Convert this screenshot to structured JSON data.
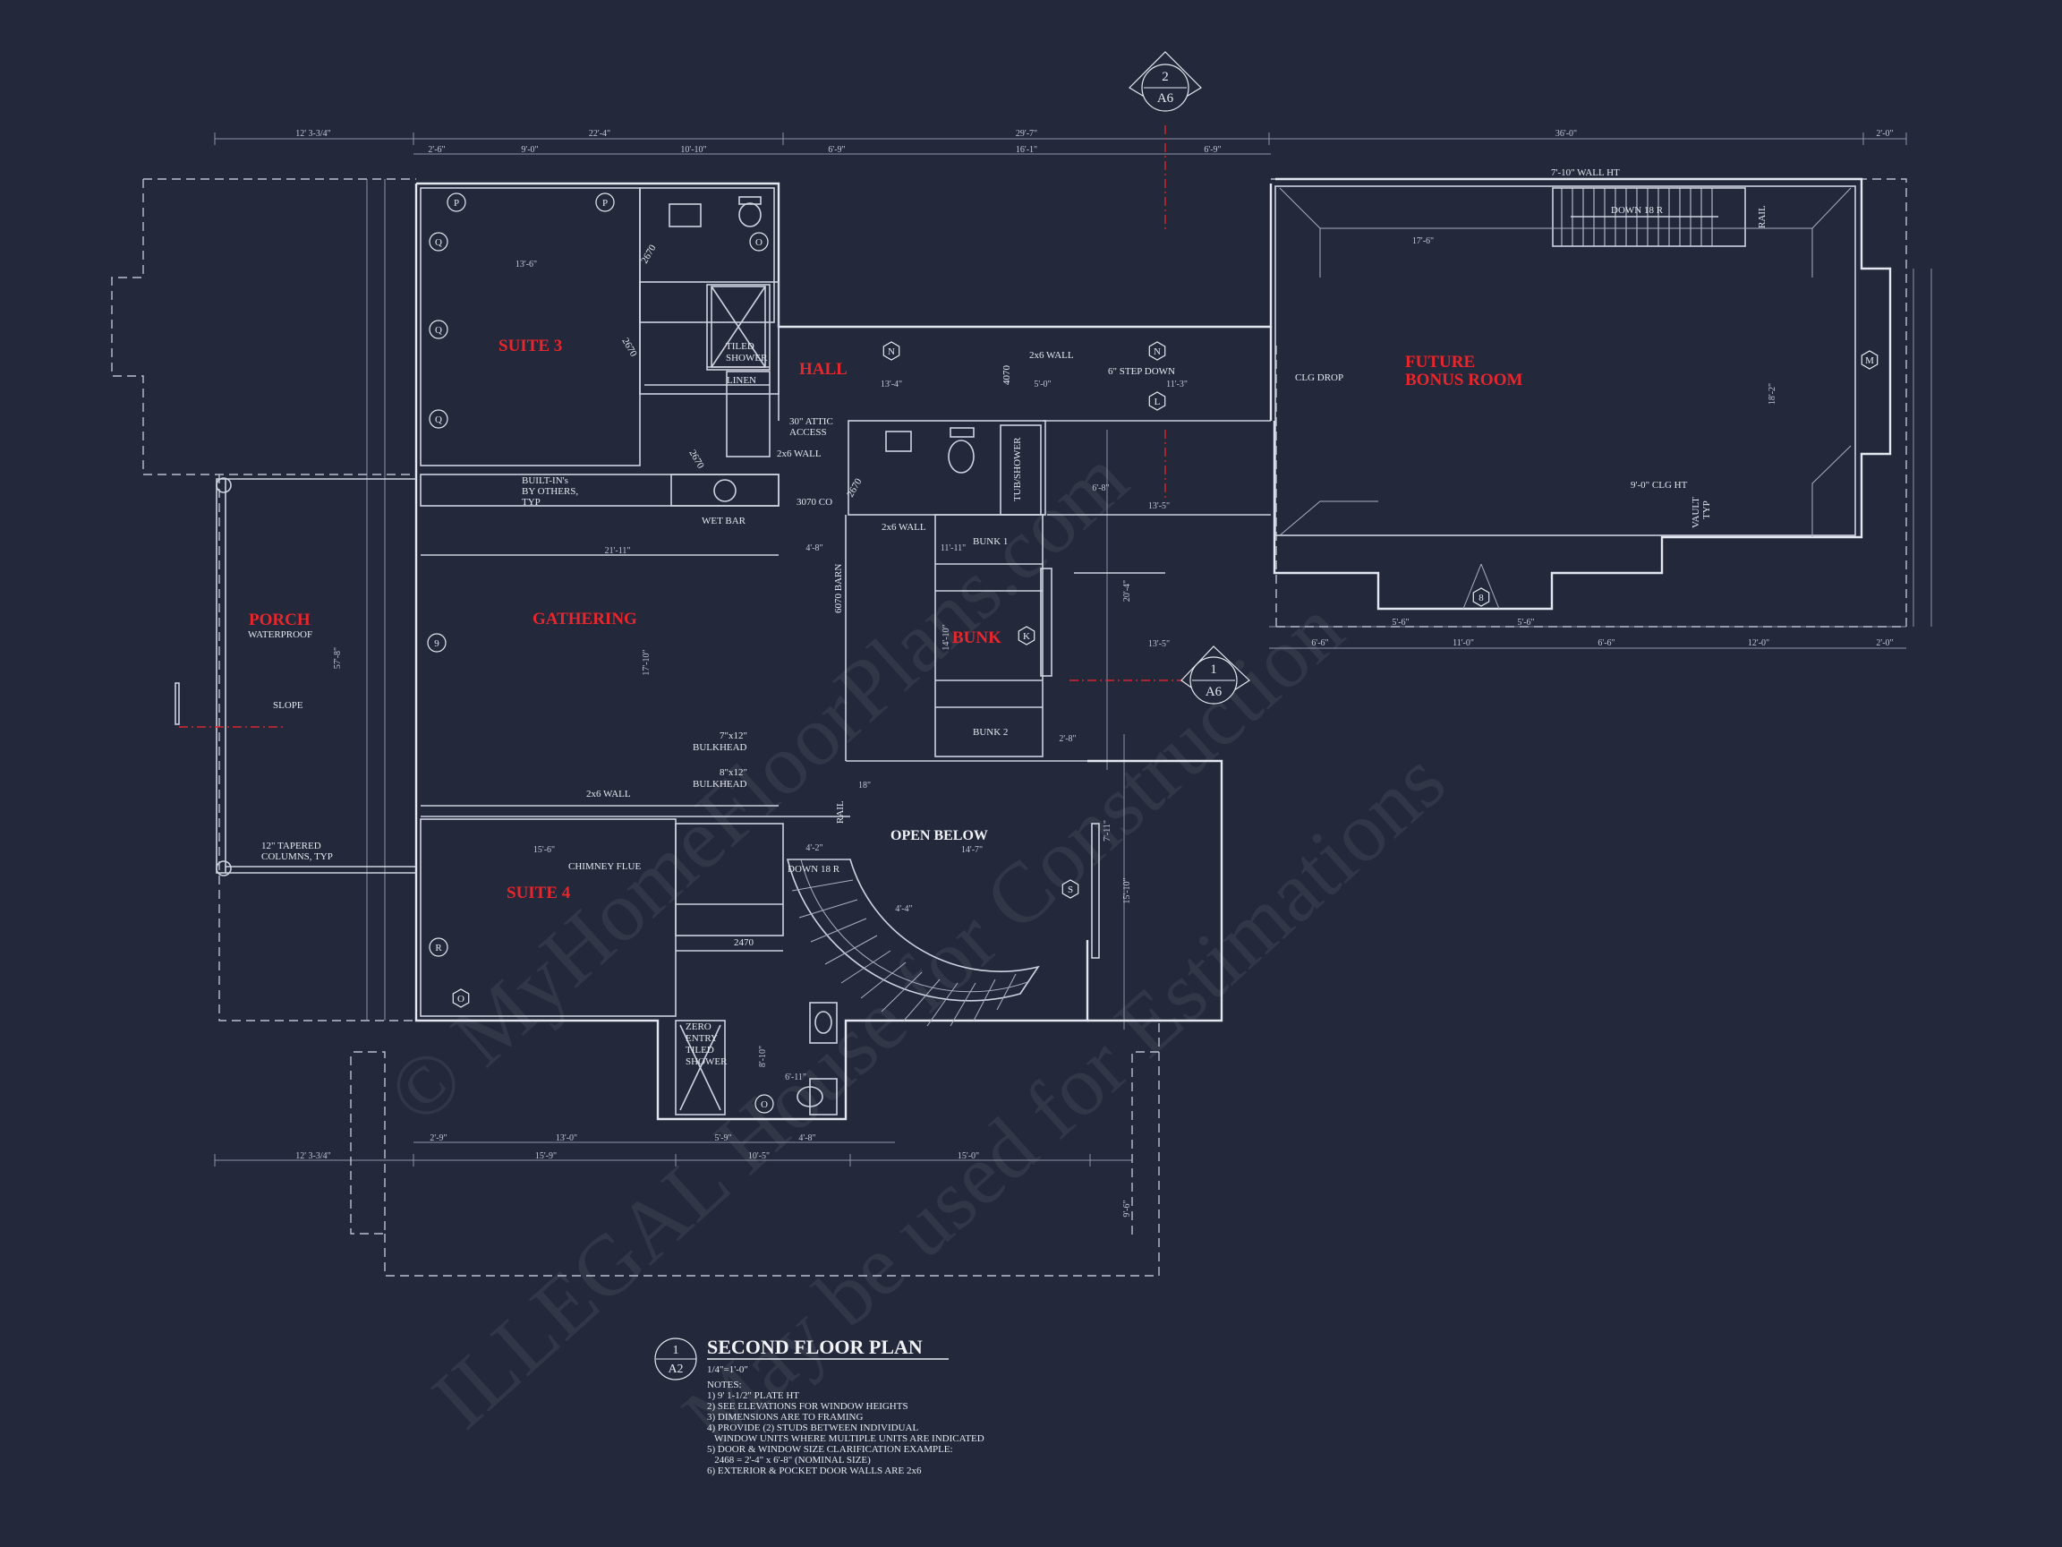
{
  "rooms": {
    "suite3": "SUITE 3",
    "hall": "HALL",
    "future_bonus_line1": "FUTURE",
    "future_bonus_line2": "BONUS ROOM",
    "porch": "PORCH",
    "gathering": "GATHERING",
    "bunk": "BUNK",
    "suite4": "SUITE 4",
    "open_below": "OPEN BELOW"
  },
  "labels": {
    "waterproof": "WATERPROOF",
    "slope": "SLOPE",
    "tiled_shower_1": "TILED",
    "tiled_shower_2": "SHOWER",
    "linen": "LINEN",
    "attic_1": "30\" ATTIC",
    "attic_2": "ACCESS",
    "wall_2x6_a": "2x6 WALL",
    "wall_2x6_b": "2x6 WALL",
    "wall_2x6_c": "2x6 WALL",
    "wall_2x6_d": "2x6 WALL",
    "step_down": "6\" STEP DOWN",
    "clg_drop": "CLG DROP",
    "wall_ht": "7'-10\" WALL HT",
    "down_18r_top": "DOWN 18 R",
    "rail_top": "RAIL",
    "builtins_1": "BUILT-IN's",
    "builtins_2": "BY OTHERS,",
    "builtins_3": "TYP",
    "wet_bar": "WET BAR",
    "co_3070": "3070 CO",
    "tub_shower": "TUB/SHOWER",
    "bunk1": "BUNK 1",
    "bunk2": "BUNK 2",
    "barn_6070": "6070 BARN",
    "clg_ht": "9'-0\" CLG HT",
    "vault_1": "VAULT",
    "vault_2": "TYP",
    "bulkhead_7": "7\"x12\"",
    "bulkhead_7b": "BULKHEAD",
    "bulkhead_8": "8\"x12\"",
    "bulkhead_8b": "BULKHEAD",
    "chimney_flue": "CHIMNEY FLUE",
    "down_18r_stair": "DOWN 18 R",
    "rail_stair": "RAIL",
    "col_1": "12\" TAPERED",
    "col_2": "COLUMNS, TYP",
    "zero_1": "ZERO",
    "zero_2": "ENTRY",
    "zero_3": "TILED",
    "zero_4": "SHOWER",
    "door_2470": "2470",
    "door_2670a": "2670",
    "door_2670b": "2670",
    "door_2670c": "2670",
    "door_2670d": "2670",
    "door_4070": "4070"
  },
  "dimensions": {
    "top": [
      "12' 3-3/4\"",
      "22'-4\"",
      "29'-7\"",
      "36'-0\"",
      "2'-0\""
    ],
    "top2": [
      "2'-6\"",
      "9'-0\"",
      "10'-10\"",
      "6'-9\"",
      "16'-1\"",
      "6'-9\""
    ],
    "bottom": [
      "2'-9\"",
      "13'-0\"",
      "5'-9\"",
      "4'-8\""
    ],
    "bottom2": [
      "12' 3-3/4\"",
      "15'-9\"",
      "10'-5\"",
      "15'-0\""
    ],
    "right_bonus": [
      "6'-6\"",
      "5'-6\"",
      "11'-0\"",
      "5'-6\"",
      "6'-6\"",
      "12'-0\"",
      "2'-0\""
    ],
    "misc": [
      "13'-6\"",
      "21'-11\"",
      "15'-6\"",
      "13'-4\"",
      "5'-0\"",
      "11'-3\"",
      "17'-6\"",
      "13'-5\"",
      "14'-7\"",
      "11'-11\"",
      "4'-8\"",
      "4'-2\"",
      "17'-10\"",
      "20'-4\"",
      "14'-10\"",
      "57'-8\"",
      "18'-2\"",
      "13'-5\"",
      "6'-8\"",
      "4'-4\"",
      "6'-11\"",
      "8'-10\"",
      "9'-6\"",
      "2'-8\"",
      "7'-11\"",
      "15'-10\"",
      "18\""
    ]
  },
  "tags": {
    "section2_num": "2",
    "section2_sheet": "A6",
    "section1_num": "1",
    "section1_sheet": "A6",
    "window_tags": [
      "P",
      "P",
      "Q",
      "Q",
      "Q",
      "O",
      "N",
      "N",
      "L",
      "M",
      "8",
      "9",
      "K",
      "S",
      "R",
      "O",
      "O"
    ]
  },
  "title_block": {
    "num": "1",
    "sheet": "A2",
    "title": "SECOND FLOOR PLAN",
    "scale": "1/4\"=1'-0\"",
    "notes_head": "NOTES:",
    "notes": [
      "1) 9' 1-1/2\" PLATE HT",
      "2) SEE ELEVATIONS FOR WINDOW HEIGHTS",
      "3) DIMENSIONS ARE TO FRAMING",
      "4) PROVIDE (2) STUDS BETWEEN INDIVIDUAL",
      "   WINDOW UNITS WHERE MULTIPLE UNITS ARE INDICATED",
      "5) DOOR & WINDOW SIZE CLARIFICATION EXAMPLE:",
      "   2468 = 2'-4\" x 6'-8\" (NOMINAL SIZE)",
      "6) EXTERIOR & POCKET DOOR WALLS ARE 2x6"
    ]
  },
  "watermark": {
    "line1": "© MyHomeFloorPlans.com",
    "line2": "ILLEGAL House for Construction",
    "line3": "May be used for Estimations"
  },
  "colors": {
    "background": "#23283b",
    "line": "#cfd3e0",
    "room_label": "#e8262c"
  }
}
